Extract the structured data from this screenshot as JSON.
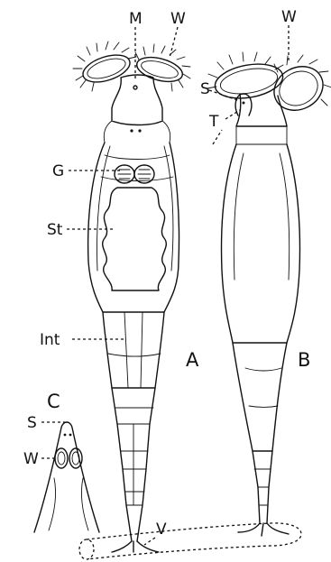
{
  "labels": {
    "mouth": "M",
    "wheel_organ_a": "W",
    "wheel_organ_b": "W",
    "wheel_organ_c": "W",
    "gizzard": "G",
    "stomach": "St",
    "intestine": "Int",
    "figure_a": "A",
    "figure_b": "B",
    "figure_c": "C",
    "sensory_b": "S",
    "sensory_c": "S",
    "tentacle": "T",
    "foot": "V"
  }
}
